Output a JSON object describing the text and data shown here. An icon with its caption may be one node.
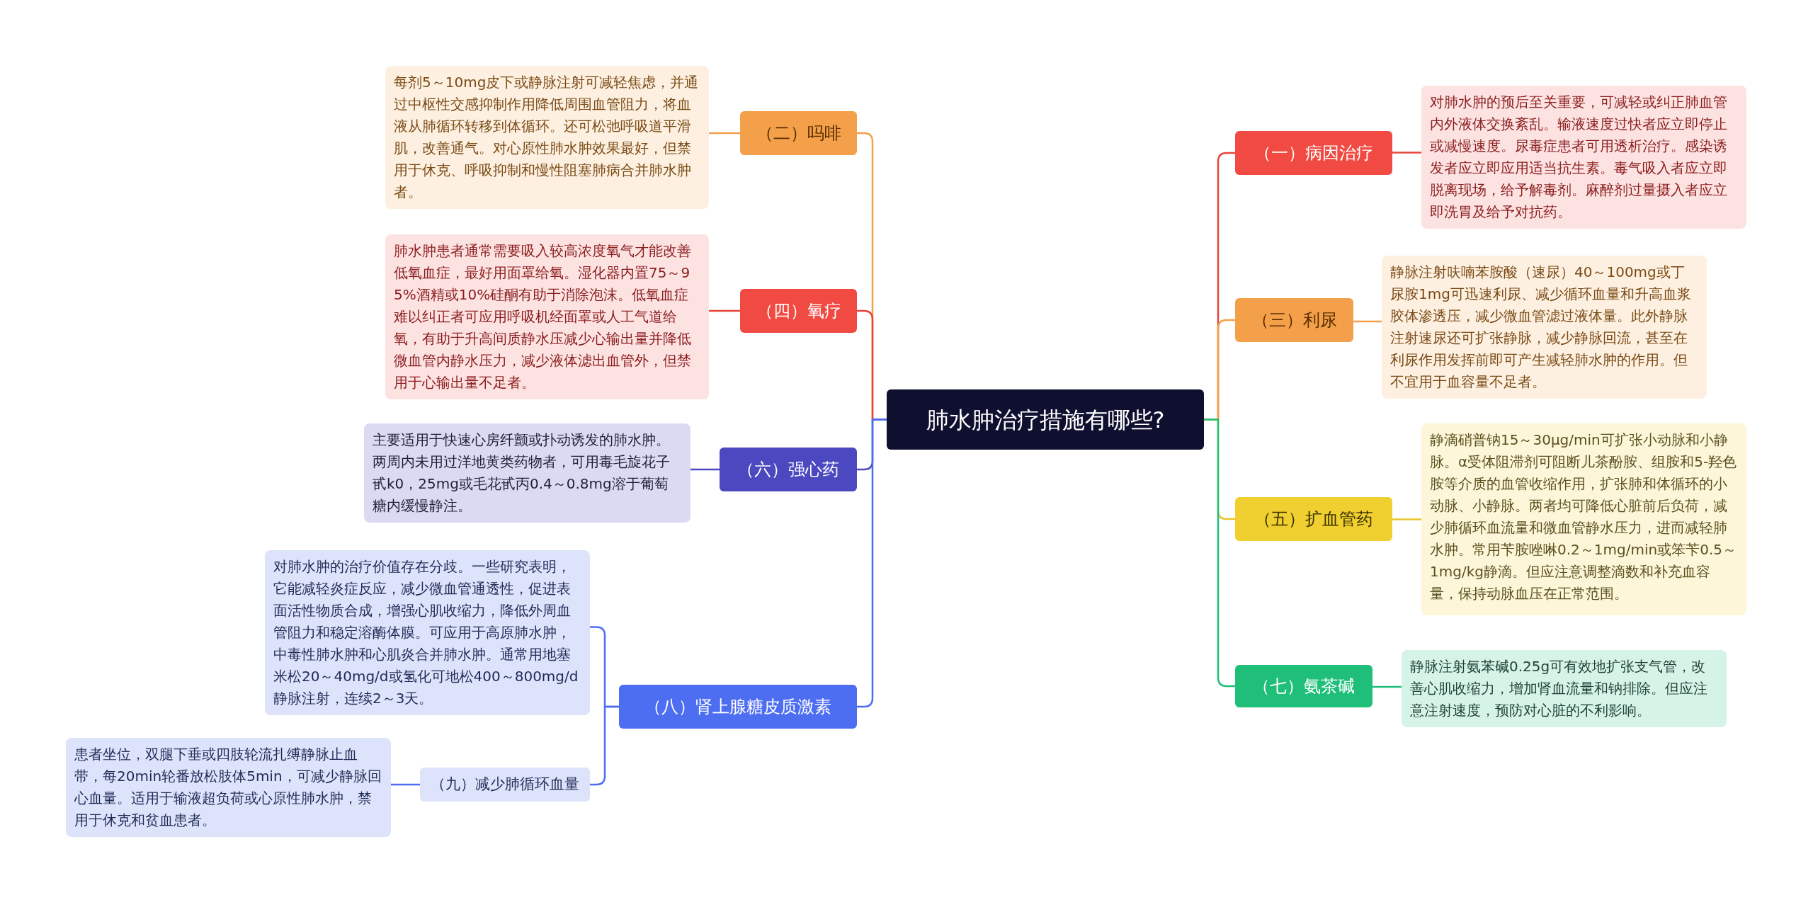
{
  "diagram": {
    "nodes": [
      {
        "text": [
          "肺水肿治疗措施有哪些?"
        ]
      },
      {
        "text": [
          "（二）吗啡"
        ]
      },
      {
        "text": [
          "每剂5～10mg皮下或静脉注射可减轻焦虑，并通过中枢性交感抑制作用降低周围血管阻力，将血液从肺循环转移到体循环。还可松弛呼吸道平滑肌，改善通气。对心原性肺水肿效果最好，但禁用于休克、呼吸抑制和慢性阻塞肺病合并肺水肿者。"
        ]
      },
      {
        "text": [
          "（四）氧疗"
        ]
      },
      {
        "text": [
          "肺水肿患者通常需要吸入较高浓度氧气才能改善低氧血症，最好用面罩给氧。湿化器内置75～95%酒精或10%硅酮有助于消除泡沫。低氧血症难以纠正者可应用呼吸机经面罩或人工气道给氧，有助于升高间质静水压减少心输出量并降低微血管内静水压力，减少液体滤出血管外，但禁用于心输出量不足者。"
        ]
      },
      {
        "text": [
          "（六）强心药"
        ]
      },
      {
        "text": [
          "主要适用于快速心房纤颤或扑动诱发的肺水肿。两周内未用过洋地黄类药物者，可用毒毛旋花子甙k0，25mg或毛花甙丙0.4～0.8mg溶于葡萄糖内缓慢静注。"
        ]
      },
      {
        "text": [
          "（八）肾上腺糖皮质激素"
        ]
      },
      {
        "text": [
          "对肺水肿的治疗价值存在分歧。一些研究表明，它能减轻炎症反应，减少微血管通透性，促进表面活性物质合成，增强心肌收缩力，降低外周血管阻力和稳定溶酶体膜。可应用于高原肺水肿，中毒性肺水肿和心肌炎合并肺水肿。通常用地塞米松20～40mg/d或氢化可地松400～800mg/d静脉注射，连续2～3天。"
        ]
      },
      {
        "text": [
          "（九）减少肺循环血量"
        ]
      },
      {
        "text": [
          "患者坐位，双腿下垂或四肢轮流扎缚静脉止血带，每20min轮番放松肢体5min，可减少静脉回心血量。适用于输液超负荷或心原性肺水肿，禁用于休克和贫血患者。"
        ]
      },
      {
        "text": [
          "（一）病因治疗"
        ]
      },
      {
        "text": [
          "对肺水肿的预后至关重要，可减轻或纠正肺血管内外液体交换紊乱。输液速度过快者应立即停止或减慢速度。尿毒症患者可用透析治疗。感染诱发者应立即应用适当抗生素。毒气吸入者应立即脱离现场，给予解毒剂。麻醉剂过量摄入者应立即洗胃及给予对抗药。"
        ]
      },
      {
        "text": [
          "（三）利尿"
        ]
      },
      {
        "text": [
          "静脉注射呋喃苯胺酸（速尿）40～100mg或丁尿胺1mg可迅速利尿、减少循环血量和升高血浆胶体渗透压，减少微血管滤过液体量。此外静脉注射速尿还可扩张静脉，减少静脉回流，甚至在利尿作用发挥前即可产生减轻肺水肿的作用。但不宜用于血容量不足者。"
        ]
      },
      {
        "text": [
          "（五）扩血管药"
        ]
      },
      {
        "text": [
          "静滴硝普钠15～30μg/min可扩张小动脉和小静脉。α受体阻滞剂可阻断儿茶酚胺、组胺和5-羟色胺等介质的血管收缩作用，扩张肺和体循环的小动脉、小静脉。两者均可降低心脏前后负荷，减少肺循环血流量和微血管静水压力，进而减轻肺水肿。常用苄胺唑啉0.2～1mg/min或笨苄0.5～1mg/kg静滴。但应注意调整滴数和补充血容量，保持动脉血压在正常范围。"
        ]
      },
      {
        "text": [
          "（七）氨茶碱"
        ]
      },
      {
        "text": [
          "静脉注射氨苯碱0.25g可有效地扩张支气管，改善心肌收缩力，增加肾血流量和钠排除。但应注意注射速度，预防对心脏的不利影响。"
        ]
      }
    ],
    "edges": [
      {
        "from": 0,
        "to": 1,
        "arrow": "none",
        "color": "#f4a04a"
      },
      {
        "from": 1,
        "to": 2,
        "arrow": "none",
        "color": "#f4a04a"
      },
      {
        "from": 0,
        "to": 3,
        "arrow": "none",
        "color": "#e8453c"
      },
      {
        "from": 3,
        "to": 4,
        "arrow": "none",
        "color": "#e8453c"
      },
      {
        "from": 0,
        "to": 5,
        "arrow": "none",
        "color": "#4b48c0"
      },
      {
        "from": 5,
        "to": 6,
        "arrow": "none",
        "color": "#4b48c0"
      },
      {
        "from": 0,
        "to": 7,
        "arrow": "none",
        "color": "#4e6ef2"
      },
      {
        "from": 7,
        "to": 8,
        "arrow": "none",
        "color": "#4e6ef2"
      },
      {
        "from": 7,
        "to": 9,
        "arrow": "none",
        "color": "#4e6ef2"
      },
      {
        "from": 9,
        "to": 10,
        "arrow": "none",
        "color": "#4e6ef2"
      },
      {
        "from": 0,
        "to": 11,
        "arrow": "none",
        "color": "#e8453c"
      },
      {
        "from": 11,
        "to": 12,
        "arrow": "none",
        "color": "#e8453c"
      },
      {
        "from": 0,
        "to": 13,
        "arrow": "none",
        "color": "#f4a04a"
      },
      {
        "from": 13,
        "to": 14,
        "arrow": "none",
        "color": "#f4a04a"
      },
      {
        "from": 0,
        "to": 15,
        "arrow": "none",
        "color": "#e8c52a"
      },
      {
        "from": 15,
        "to": 16,
        "arrow": "none",
        "color": "#e8c52a"
      },
      {
        "from": 0,
        "to": 17,
        "arrow": "none",
        "color": "#1fbf7a"
      },
      {
        "from": 17,
        "to": 18,
        "arrow": "none",
        "color": "#1fbf7a"
      }
    ]
  }
}
